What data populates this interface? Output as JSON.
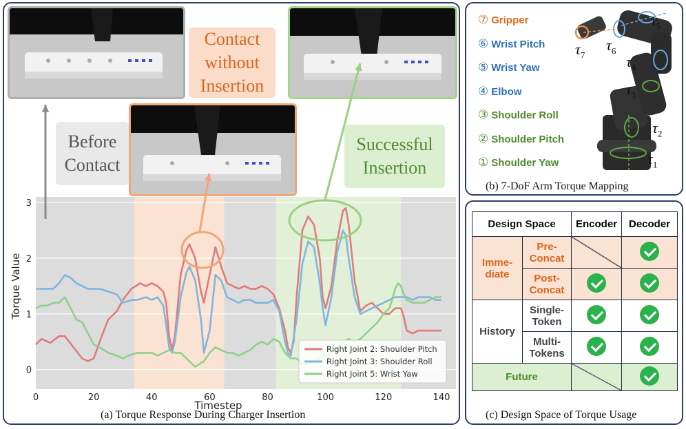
{
  "panel_a": {
    "caption": "(a) Torque Response During Charger Insertion",
    "labels": {
      "before": "Before Contact",
      "contact": "Contact without Insertion",
      "success": "Successful Insertion"
    }
  },
  "panel_b": {
    "caption": "(b) 7-DoF Arm Torque Mapping",
    "joints": [
      {
        "num": "⑦",
        "name": "Gripper",
        "color": "#e06a1b"
      },
      {
        "num": "⑥",
        "name": "Wrist Pitch",
        "color": "#2f6fb5"
      },
      {
        "num": "⑤",
        "name": "Wrist Yaw",
        "color": "#2f6fb5"
      },
      {
        "num": "④",
        "name": "Elbow",
        "color": "#2f6fb5"
      },
      {
        "num": "③",
        "name": "Shoulder Roll",
        "color": "#4e8a2e"
      },
      {
        "num": "②",
        "name": "Shoulder Pitch",
        "color": "#4e8a2e"
      },
      {
        "num": "①",
        "name": "Shoulder Yaw",
        "color": "#4e8a2e"
      }
    ],
    "tau": [
      "τ",
      "1",
      "2",
      "3",
      "4",
      "5",
      "6",
      "7"
    ]
  },
  "panel_c": {
    "caption": "(c) Design Space of Torque Usage",
    "header": {
      "design": "Design Space",
      "encoder": "Encoder",
      "decoder": "Decoder"
    },
    "immediate": "Imme-\ndiate",
    "pre_concat": "Pre-\nConcat",
    "post_concat": "Post-\nConcat",
    "history": "History",
    "single_token": "Single-\nToken",
    "multi_tokens": "Multi-\nTokens",
    "future": "Future"
  },
  "chart_data": {
    "type": "line",
    "xlabel": "Timestep",
    "ylabel": "Torque Value",
    "xlim": [
      0,
      145
    ],
    "ylim": [
      -0.35,
      3.1
    ],
    "xticks": [
      0,
      20,
      40,
      60,
      80,
      100,
      120,
      140
    ],
    "yticks": [
      0,
      1,
      2,
      3
    ],
    "phases": [
      {
        "from": 0,
        "to": 34,
        "color": "#dcdcdc"
      },
      {
        "from": 34,
        "to": 65,
        "color": "#fbe3d3"
      },
      {
        "from": 65,
        "to": 83,
        "color": "#dcdcdc"
      },
      {
        "from": 83,
        "to": 126,
        "color": "#e3f0d8"
      },
      {
        "from": 126,
        "to": 145,
        "color": "#dcdcdc"
      }
    ],
    "legend_position": "lower-right",
    "series": [
      {
        "name": "Right Joint 2: Shoulder Pitch",
        "color": "#e07b7b",
        "x": [
          0,
          2,
          5,
          8,
          10,
          13,
          16,
          18,
          20,
          22,
          25,
          28,
          30,
          33,
          36,
          38,
          40,
          42,
          44,
          45,
          46,
          47,
          48,
          50,
          52,
          53,
          55,
          57,
          58,
          60,
          62,
          64,
          66,
          68,
          70,
          72,
          74,
          76,
          78,
          80,
          82,
          84,
          86,
          87,
          88,
          89,
          90,
          92,
          94,
          96,
          98,
          99,
          100,
          102,
          104,
          106,
          107,
          108,
          110,
          112,
          114,
          116,
          118,
          120,
          122,
          124,
          126,
          127,
          128,
          130,
          132,
          134,
          136,
          138,
          140
        ],
        "y": [
          0.45,
          0.55,
          0.48,
          0.6,
          0.6,
          0.4,
          0.2,
          0.15,
          0.2,
          0.5,
          0.9,
          1.05,
          1.25,
          1.45,
          1.55,
          1.5,
          1.55,
          1.5,
          1.4,
          1.2,
          0.6,
          0.35,
          0.6,
          1.7,
          2.15,
          2.25,
          2.0,
          1.4,
          1.2,
          1.7,
          2.2,
          1.85,
          1.55,
          1.5,
          1.45,
          1.5,
          1.45,
          1.45,
          1.5,
          1.45,
          1.35,
          1.1,
          0.7,
          0.4,
          0.3,
          0.5,
          1.3,
          2.5,
          2.75,
          2.6,
          2.0,
          1.3,
          1.1,
          1.5,
          2.3,
          2.85,
          2.9,
          2.6,
          1.6,
          1.05,
          1.15,
          1.2,
          1.1,
          1.0,
          1.0,
          1.1,
          1.1,
          0.95,
          0.7,
          0.65,
          0.7,
          0.7,
          0.7,
          0.7,
          0.7
        ]
      },
      {
        "name": "Right Joint 3: Shoulder Roll",
        "color": "#7fb6e0",
        "x": [
          0,
          3,
          6,
          8,
          10,
          12,
          14,
          16,
          18,
          20,
          22,
          25,
          28,
          30,
          33,
          35,
          38,
          40,
          42,
          44,
          45,
          46,
          47,
          48,
          50,
          52,
          53,
          55,
          57,
          58,
          60,
          62,
          64,
          66,
          68,
          70,
          72,
          74,
          76,
          78,
          80,
          82,
          84,
          86,
          87,
          88,
          90,
          92,
          94,
          96,
          98,
          99,
          100,
          102,
          104,
          106,
          107,
          108,
          110,
          112,
          114,
          116,
          118,
          120,
          122,
          124,
          126,
          128,
          130,
          132,
          134,
          136,
          138,
          140
        ],
        "y": [
          1.45,
          1.45,
          1.45,
          1.55,
          1.7,
          1.65,
          1.55,
          1.5,
          1.45,
          1.45,
          1.45,
          1.4,
          1.35,
          1.2,
          1.25,
          1.25,
          1.3,
          1.25,
          1.3,
          1.15,
          0.8,
          0.4,
          0.3,
          0.5,
          1.3,
          1.75,
          1.85,
          1.6,
          0.9,
          0.3,
          0.7,
          1.7,
          1.6,
          1.3,
          1.25,
          1.2,
          1.25,
          1.25,
          1.2,
          1.2,
          1.2,
          1.25,
          1.05,
          0.5,
          0.3,
          0.25,
          0.9,
          1.9,
          2.3,
          2.2,
          1.55,
          1.1,
          0.8,
          1.3,
          2.1,
          2.5,
          2.4,
          2.0,
          1.3,
          1.0,
          1.05,
          1.1,
          1.15,
          1.2,
          1.25,
          1.3,
          1.3,
          1.3,
          1.25,
          1.3,
          1.3,
          1.3,
          1.25,
          1.25
        ]
      },
      {
        "name": "Right Joint 5: Wrist Yaw",
        "color": "#8fd08a",
        "x": [
          0,
          2,
          4,
          6,
          8,
          10,
          12,
          14,
          16,
          18,
          20,
          22,
          25,
          28,
          30,
          32,
          35,
          38,
          40,
          42,
          44,
          46,
          48,
          50,
          52,
          55,
          58,
          60,
          62,
          64,
          66,
          68,
          70,
          72,
          74,
          76,
          78,
          80,
          82,
          84,
          86,
          88,
          90,
          92,
          94,
          96,
          98,
          100,
          102,
          104,
          106,
          108,
          110,
          112,
          114,
          116,
          118,
          120,
          122,
          123,
          124,
          125,
          126,
          127,
          128,
          130,
          132,
          134,
          136,
          138,
          140
        ],
        "y": [
          1.1,
          1.15,
          1.15,
          1.2,
          1.2,
          1.3,
          1.1,
          0.9,
          0.85,
          0.65,
          0.45,
          0.4,
          0.3,
          0.25,
          0.2,
          0.25,
          0.3,
          0.3,
          0.3,
          0.25,
          0.3,
          0.35,
          0.3,
          0.3,
          0.2,
          0.05,
          0.15,
          0.3,
          0.4,
          0.35,
          0.3,
          0.3,
          0.25,
          0.3,
          0.35,
          0.45,
          0.5,
          0.45,
          0.55,
          0.5,
          0.3,
          0.2,
          0.2,
          0.1,
          0.1,
          0.15,
          0.2,
          0.25,
          0.3,
          0.4,
          0.5,
          0.55,
          0.5,
          0.55,
          0.65,
          0.75,
          0.85,
          1.0,
          1.1,
          1.25,
          1.45,
          1.55,
          1.5,
          1.35,
          1.25,
          1.2,
          1.2,
          1.2,
          1.25,
          1.3,
          1.3
        ]
      }
    ]
  }
}
